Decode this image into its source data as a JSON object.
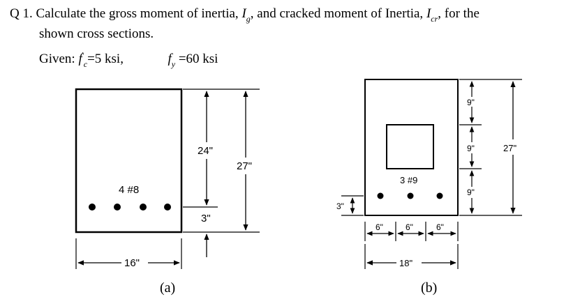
{
  "question": {
    "number": "Q 1.",
    "part1": "Calculate the gross moment of inertia,",
    "Ig_symbol": "I",
    "Ig_sub": "g",
    "part2": ", and cracked moment of Inertia,",
    "Icr_symbol": "I",
    "Icr_sub": "cr",
    "part3": ", for the",
    "line2": "shown cross sections."
  },
  "given": {
    "label": "Given:",
    "fc_symbol": "f",
    "fc_prime": "'",
    "fc_sub": "c",
    "fc_value": "=5 ksi,",
    "fy_symbol": "f",
    "fy_sub": "y",
    "fy_value": "=60 ksi"
  },
  "section_a": {
    "bar_label": "4 #8",
    "d_label": "24\"",
    "h_label": "27\"",
    "cover_label": "3\"",
    "width_label": "16\"",
    "caption": "(a)",
    "bar_count": 4
  },
  "section_b": {
    "bar_label": "3 #9",
    "cover_label": "3\"",
    "spacing_labels": [
      "6\"",
      "6\"",
      "6\""
    ],
    "width_label": "18\"",
    "right_labels": [
      "9\"",
      "9\"",
      "9\""
    ],
    "h_label": "27\"",
    "caption": "(b)",
    "bar_count": 3
  }
}
